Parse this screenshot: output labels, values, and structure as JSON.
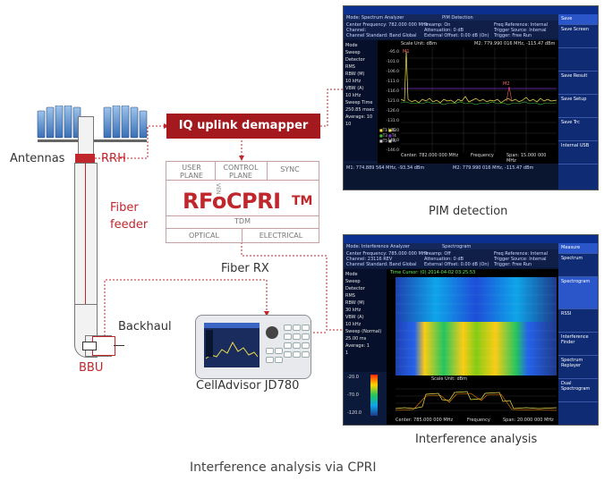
{
  "labels": {
    "antennas": "Antennas",
    "rrh": "RRH",
    "fiber_feeder_1": "Fiber",
    "fiber_feeder_2": "feeder",
    "backhaul": "Backhaul",
    "bbu": "BBU",
    "fiber_rx": "Fiber RX",
    "device_name": "CellAdvisor JD780",
    "pim_caption": "PIM detection",
    "interference_caption": "Interference analysis",
    "main_caption": "Interference analysis via CPRI"
  },
  "iq_box": {
    "label": "IQ uplink demapper"
  },
  "rfocpri": {
    "user_plane": "USER PLANE",
    "control_plane": "CONTROL PLANE",
    "sync": "SYNC",
    "vendor": "VEN",
    "brand": "RFoCPRI",
    "tm": "TM",
    "tdm": "TDM",
    "optical": "OPTICAL",
    "electrical": "ELECTRICAL"
  },
  "pim_screen": {
    "title": "Mode: Spectrum Analyzer",
    "mode_center": "PIM Detection",
    "center_freq": "Center Frequency: 782.000 000 MHz",
    "channel": "Channel:",
    "channel_std": "Channel Standard: Band Global",
    "preamp": "Preamp: On",
    "atten": "Attenuation: 0 dB",
    "ext_offset": "External Offset: 0.00 dB (On)",
    "freq_ref": "Freq Reference: Internal",
    "trigger_src": "Trigger Source: Internal",
    "trigger": "Trigger: Free Run",
    "scale": "Scale Unit: dBm",
    "m2": "M2: 779.990 016 MHz, -115.47 dBm",
    "center": "Center: 782.000 000 MHz",
    "freq": "Frequency",
    "span": "Span: 15.000 000 MHz",
    "m1": "M1: 774.889 564 MHz, -93.34 dBm",
    "m2b": "M2: 779.990 016 MHz, -115.47 dBm",
    "side": [
      "Mode",
      "Sweep",
      "Detector",
      "RMS",
      "RBW (M)",
      "10 kHz",
      "VBW (A)",
      "10 kHz",
      "Sweep Time",
      "250.85 msec",
      "Average: 10",
      "10"
    ],
    "yticks": [
      "-95.0",
      "-101.0",
      "-106.0",
      "-111.0",
      "-116.0",
      "-121.0",
      "-126.0",
      "-131.0",
      "-136.0",
      "-141.0",
      "-146.0"
    ],
    "menu": [
      "Save",
      "Save Screen",
      "Save Result",
      "Save Setup",
      "Save Trc",
      "Internal  USB"
    ]
  },
  "int_screen": {
    "title": "Mode: Interference Analyzer",
    "mode_center": "Spectrogram",
    "center_freq": "Center Frequency: 785.000 000 MHz",
    "channel": "Channel: 23116 REV",
    "channel_std": "Channel Standard: Band Global",
    "preamp": "Preamp: Off",
    "atten": "Attenuation: 0 dB",
    "ext_offset": "External Offset: 0.00 dB (On)",
    "freq_ref": "Freq Reference: Internal",
    "trigger_src": "Trigger Source: Internal",
    "trigger": "Trigger: Free Run",
    "time_cursor": "Time Cursor: (0)   2014-04-02 03:25:53",
    "scale": "Scale Unit: dBm",
    "center": "Center: 785.000 000 MHz",
    "freq": "Frequency",
    "span": "Span: 20.000 000 MHz",
    "side": [
      "Mode",
      "Sweep",
      "Detector",
      "RMS",
      "RBW (M)",
      "30 kHz",
      "VBW (A)",
      "10 kHz",
      "Sweep (Normal)",
      "25.00 ms",
      "Average: 1",
      "1"
    ],
    "legend": [
      "-20.0",
      "-70.0",
      "-120.0"
    ],
    "menu": [
      "Measure",
      "Spectrum",
      "Spectrogram",
      "RSSI",
      "Interference Finder",
      "Spectrum Replayer",
      "Dual Spectrogram"
    ]
  },
  "colors": {
    "accent_red": "#c0272d",
    "dark_red": "#a3191e",
    "screen_blue": "#0e2b73"
  }
}
